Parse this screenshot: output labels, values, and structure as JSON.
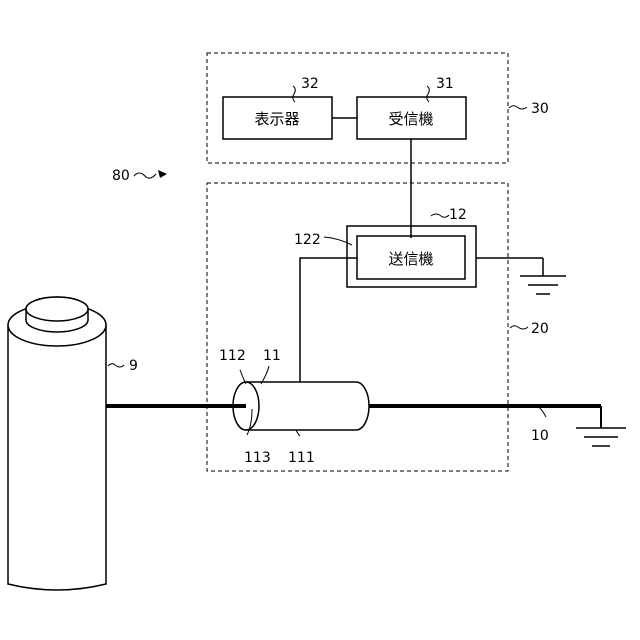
{
  "blocks": {
    "display": "表示器",
    "receiver": "受信機",
    "transmitter": "送信機"
  },
  "refs": {
    "r9": "9",
    "r10": "10",
    "r11": "11",
    "r12": "12",
    "r20": "20",
    "r30": "30",
    "r31": "31",
    "r32": "32",
    "r80": "80",
    "r111": "111",
    "r112": "112",
    "r113": "113",
    "r122": "122"
  }
}
